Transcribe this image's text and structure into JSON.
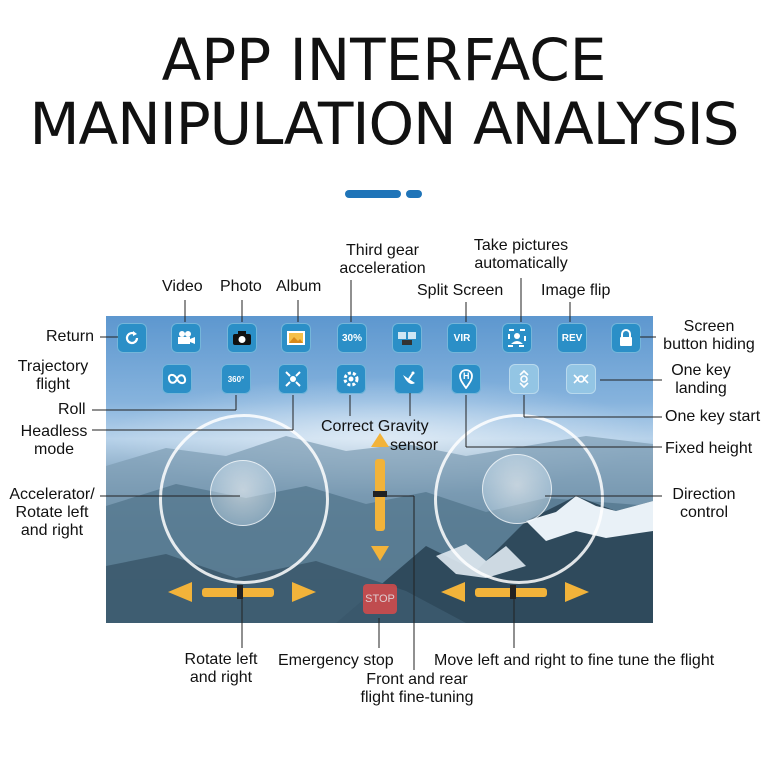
{
  "heading": {
    "line1": "APP INTERFACE",
    "line2": "MANIPULATION ANALYSIS"
  },
  "accent_color": "#1f74b8",
  "button_color": "#2b8fc7",
  "screen_buttons": {
    "return": "return-icon",
    "video": "video-camera-icon",
    "photo": "camera-icon",
    "album": "album-icon",
    "speed": "30%",
    "split_screen": "split-screen-icon",
    "vr": "VIR",
    "auto_photo": "auto-photo-icon",
    "flip": "REV",
    "lock": "lock-icon",
    "trajectory": "trajectory-icon",
    "roll": "360°",
    "headless": "headless-icon",
    "gravity": "gear-icon",
    "sensor": "satellite-icon",
    "height": "H",
    "one_key_start": "takeoff-icon",
    "one_key_landing": "landing-icon",
    "stop": "STOP"
  },
  "labels": {
    "return": "Return",
    "video": "Video",
    "photo": "Photo",
    "album": "Album",
    "third_gear_1": "Third gear",
    "third_gear_2": "acceleration",
    "take_pictures_1": "Take pictures",
    "take_pictures_2": "automatically",
    "split_screen": "Split Screen",
    "image_flip": "Image flip",
    "screen_hiding_1": "Screen",
    "screen_hiding_2": "button hiding",
    "trajectory_1": "Trajectory",
    "trajectory_2": "flight",
    "one_key_landing_1": "One key",
    "one_key_landing_2": "landing",
    "roll": "Roll",
    "one_key_start": "One key start",
    "headless_1": "Headless",
    "headless_2": "mode",
    "correct_gravity": "Correct Gravity",
    "sensor": "sensor",
    "fixed_height": "Fixed height",
    "accelerator_1": "Accelerator/",
    "accelerator_2": "Rotate left",
    "accelerator_3": "and right",
    "direction_1": "Direction",
    "direction_2": "control",
    "rotate_1": "Rotate left",
    "rotate_2": "and right",
    "emergency_stop": "Emergency stop",
    "move_fine_tune": "Move left and right to fine tune the flight",
    "front_rear_1": "Front and rear",
    "front_rear_2": "flight fine-tuning"
  }
}
